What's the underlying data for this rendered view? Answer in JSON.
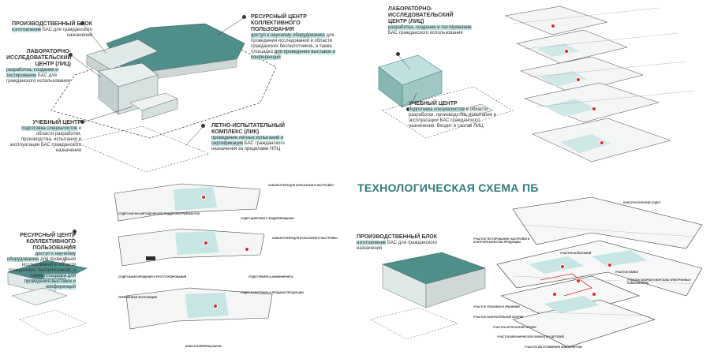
{
  "q1": {
    "prod_title": "ПРОИЗВОДСТВЕННЫЙ БЛОК",
    "prod_hl": "изготовление",
    "prod_text": "БАС для гражданского назначения",
    "lab_title_1": "ЛАБОРАТОРНО-",
    "lab_title_2": "ИССЛЕДОВАТЕЛЬСКИЙ",
    "lab_title_3": "ЦЕНТР (ЛИЦ)",
    "lab_hl": "разработка, создание и тестирование",
    "lab_text": "БАС для гражданского использования",
    "res_title_1": "РЕСУРСНЫЙ ЦЕНТР КОЛЛЕКТИВНОГО",
    "res_title_2": "ПОЛЬЗОВАНИЯ",
    "res_hl": "доступ к научному оборудованию",
    "res_text": "для проведения исследований в области гражданских беспилотников, а также площадка",
    "res_hl2": "для проведения выставок и конференций",
    "edu_title": "УЧЕБНЫЙ ЦЕНТР",
    "edu_hl": "подготовка специалистов",
    "edu_text": "в области разработки, производства, испытания и эксплуатации БАС гражданского назначения",
    "lik_title_1": "ЛЕТНО-ИСПЫТАТЕЛЬНЫЙ",
    "lik_title_2": "КОМПЛЕКС (ЛИК)",
    "lik_hl": "проведение летных испытаний и сертификация",
    "lik_text": "БАС гражданского назначения за пределами НПЦ"
  },
  "q2": {
    "lab_title_1": "ЛАБОРАТОРНО-",
    "lab_title_2": "ИССЛЕДОВАТЕЛЬСКИЙ",
    "lab_title_3": "ЦЕНТР (ЛИЦ)",
    "lab_hl": "разработка, создание и тестирование",
    "lab_text": "БАС гражданского использования",
    "edu_title": "УЧЕБНЫЙ ЦЕНТР",
    "edu_hl": "подготовка специалистов",
    "edu_text": "в области разработки, производства, испытания и эксплуатации БАС гражданского назначения. Входит в состав ЛИЦ"
  },
  "q3": {
    "labels": [
      "ЛАБОРАТОРИЯ ДЛЯ ИСПЫТАНИЯ И НАСТРОЙКИ",
      "ОТДЕЛ НАУЧНО-МЕТОДИЧЕСКОЙ ПОДДЕРЖКИ РАЗРАБОТОК",
      "ОТДЕЛ ЦИФРОВОГО МОДЕЛИРОВАНИЯ",
      "ЛАБОРАТОРИЯ ДЛЯ ИСПЫТАНИЯ И НАСТРОЙКИ",
      "ОТДЕЛ МАКЕТИРОВАНИЯ И ПРОТОТИПИРОВАНИЯ",
      "ОТДЕЛ РЕВЕРСА-ИНЖИНИРИНГА",
      "ОТДЕЛ МАРКЕТИНГА И ПРОДАЖИ ПРОДУКЦИИ",
      "ПЕРЕМЕННАЯ ЭКСПОЗИЦИЯ",
      "ЗОНА КОНФЕРЕНЦ-ЗАЛОВ"
    ],
    "res_title_1": "РЕСУРСНЫЙ ЦЕНТР",
    "res_title_2": "КОЛЛЕКТИВНОГО ПОЛЬЗОВАНИЯ",
    "res_hl": "доступ к научному оборудованию",
    "res_text": "для проведения исследований в области гражданских беспилотников, а также",
    "res_hl2": "площадка для проведения выставок и конференций"
  },
  "q4": {
    "title": "ТЕХНОЛОГИЧЕСКАЯ СХЕМА ПБ",
    "prod_title": "ПРОИЗВОДСТВЕННЫЙ БЛОК",
    "prod_hl": "изготовление",
    "prod_text": "БАС для гражданского назначения",
    "labels": [
      "КОНСТРУКТОРСКИЙ ОТДЕЛ",
      "УЧАСТОК ТЕСТИРОВАНИЯ, НАСТРОЙКИ И КОНТРОЛЯ КАЧЕСТВА ПРОДУКЦИИ",
      "УЧАСТОК ИСПЫТАНИЙ",
      "УЧАСТОК ПАЙКИ",
      "УЧАСТОК СБОРКИ И МОНТАЖА ЭЛЕКТРОННЫХ КОМПОНЕНТОВ",
      "УЧАСТОК УПАКОВКИ И ХРАНЕНИЯ",
      "УЧАСТОК ОКОНЧАТЕЛЬНОЙ СБОРКИ",
      "УЧАСТОК АГРЕГАТНОЙ СБОРКИ",
      "УЧАСТОК МЕХАНИЧЕСКОЙ ОБРАБОТКИ ДЕТАЛЕЙ",
      "УЧАСТОК ИЗГОТОВЛЕНИЯ КОМПОНЕНТОВ"
    ]
  },
  "colors": {
    "accent": "#2f7a76",
    "highlight": "#bfe3e3",
    "teal_roof": "#4f8f8a",
    "marker": "#d9272e"
  }
}
